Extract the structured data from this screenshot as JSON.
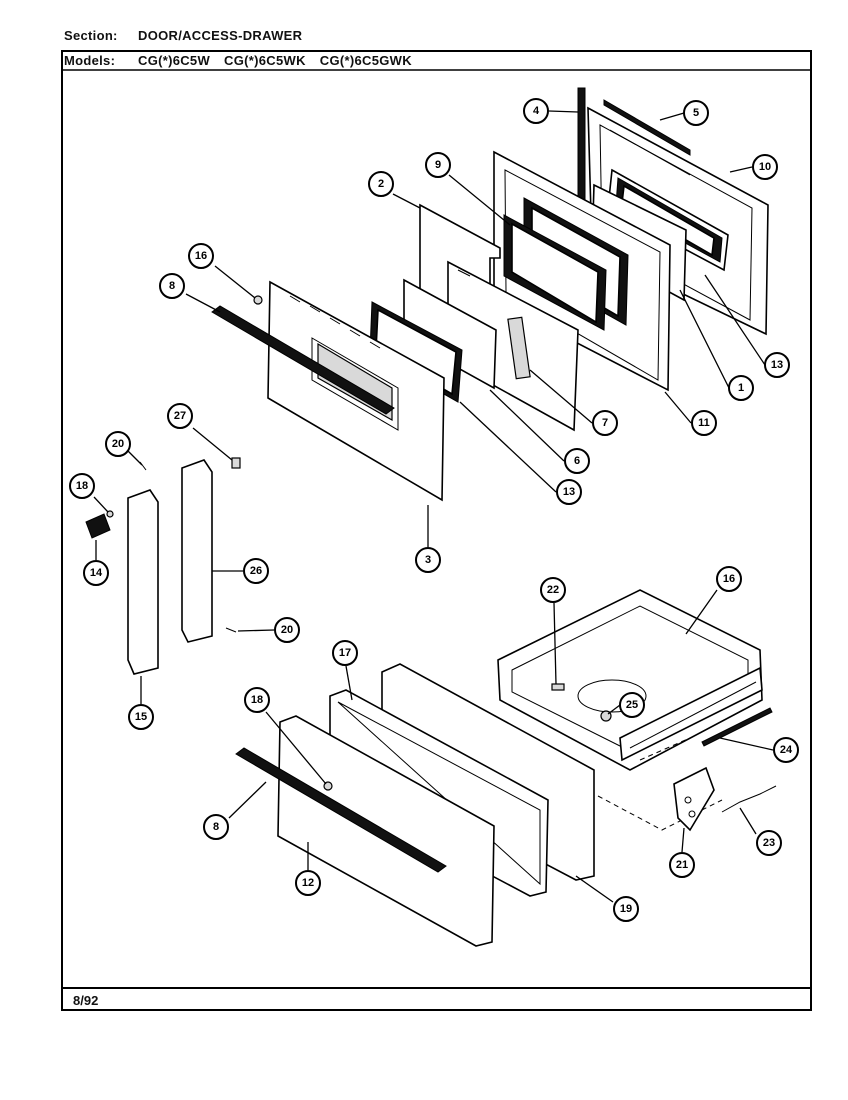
{
  "header": {
    "section_label": "Section:",
    "section_value": "DOOR/ACCESS-DRAWER",
    "models_label": "Models:",
    "models": [
      "CG(*)6C5W",
      "CG(*)6C5WK",
      "CG(*)6C5GWK"
    ]
  },
  "footer": {
    "date": "8/92"
  },
  "callouts": [
    {
      "id": "c4",
      "label": "4"
    },
    {
      "id": "c5",
      "label": "5"
    },
    {
      "id": "c10",
      "label": "10"
    },
    {
      "id": "c9",
      "label": "9"
    },
    {
      "id": "c2",
      "label": "2"
    },
    {
      "id": "c16a",
      "label": "16"
    },
    {
      "id": "c8a",
      "label": "8"
    },
    {
      "id": "c13a",
      "label": "13"
    },
    {
      "id": "c1",
      "label": "1"
    },
    {
      "id": "c7",
      "label": "7"
    },
    {
      "id": "c11",
      "label": "11"
    },
    {
      "id": "c6",
      "label": "6"
    },
    {
      "id": "c13b",
      "label": "13"
    },
    {
      "id": "c3",
      "label": "3"
    },
    {
      "id": "c27",
      "label": "27"
    },
    {
      "id": "c20a",
      "label": "20"
    },
    {
      "id": "c18a",
      "label": "18"
    },
    {
      "id": "c14",
      "label": "14"
    },
    {
      "id": "c26",
      "label": "26"
    },
    {
      "id": "c20b",
      "label": "20"
    },
    {
      "id": "c15",
      "label": "15"
    },
    {
      "id": "c22",
      "label": "22"
    },
    {
      "id": "c16b",
      "label": "16"
    },
    {
      "id": "c17",
      "label": "17"
    },
    {
      "id": "c18b",
      "label": "18"
    },
    {
      "id": "c25",
      "label": "25"
    },
    {
      "id": "c24",
      "label": "24"
    },
    {
      "id": "c8b",
      "label": "8"
    },
    {
      "id": "c23",
      "label": "23"
    },
    {
      "id": "c21",
      "label": "21"
    },
    {
      "id": "c12",
      "label": "12"
    },
    {
      "id": "c19",
      "label": "19"
    }
  ]
}
